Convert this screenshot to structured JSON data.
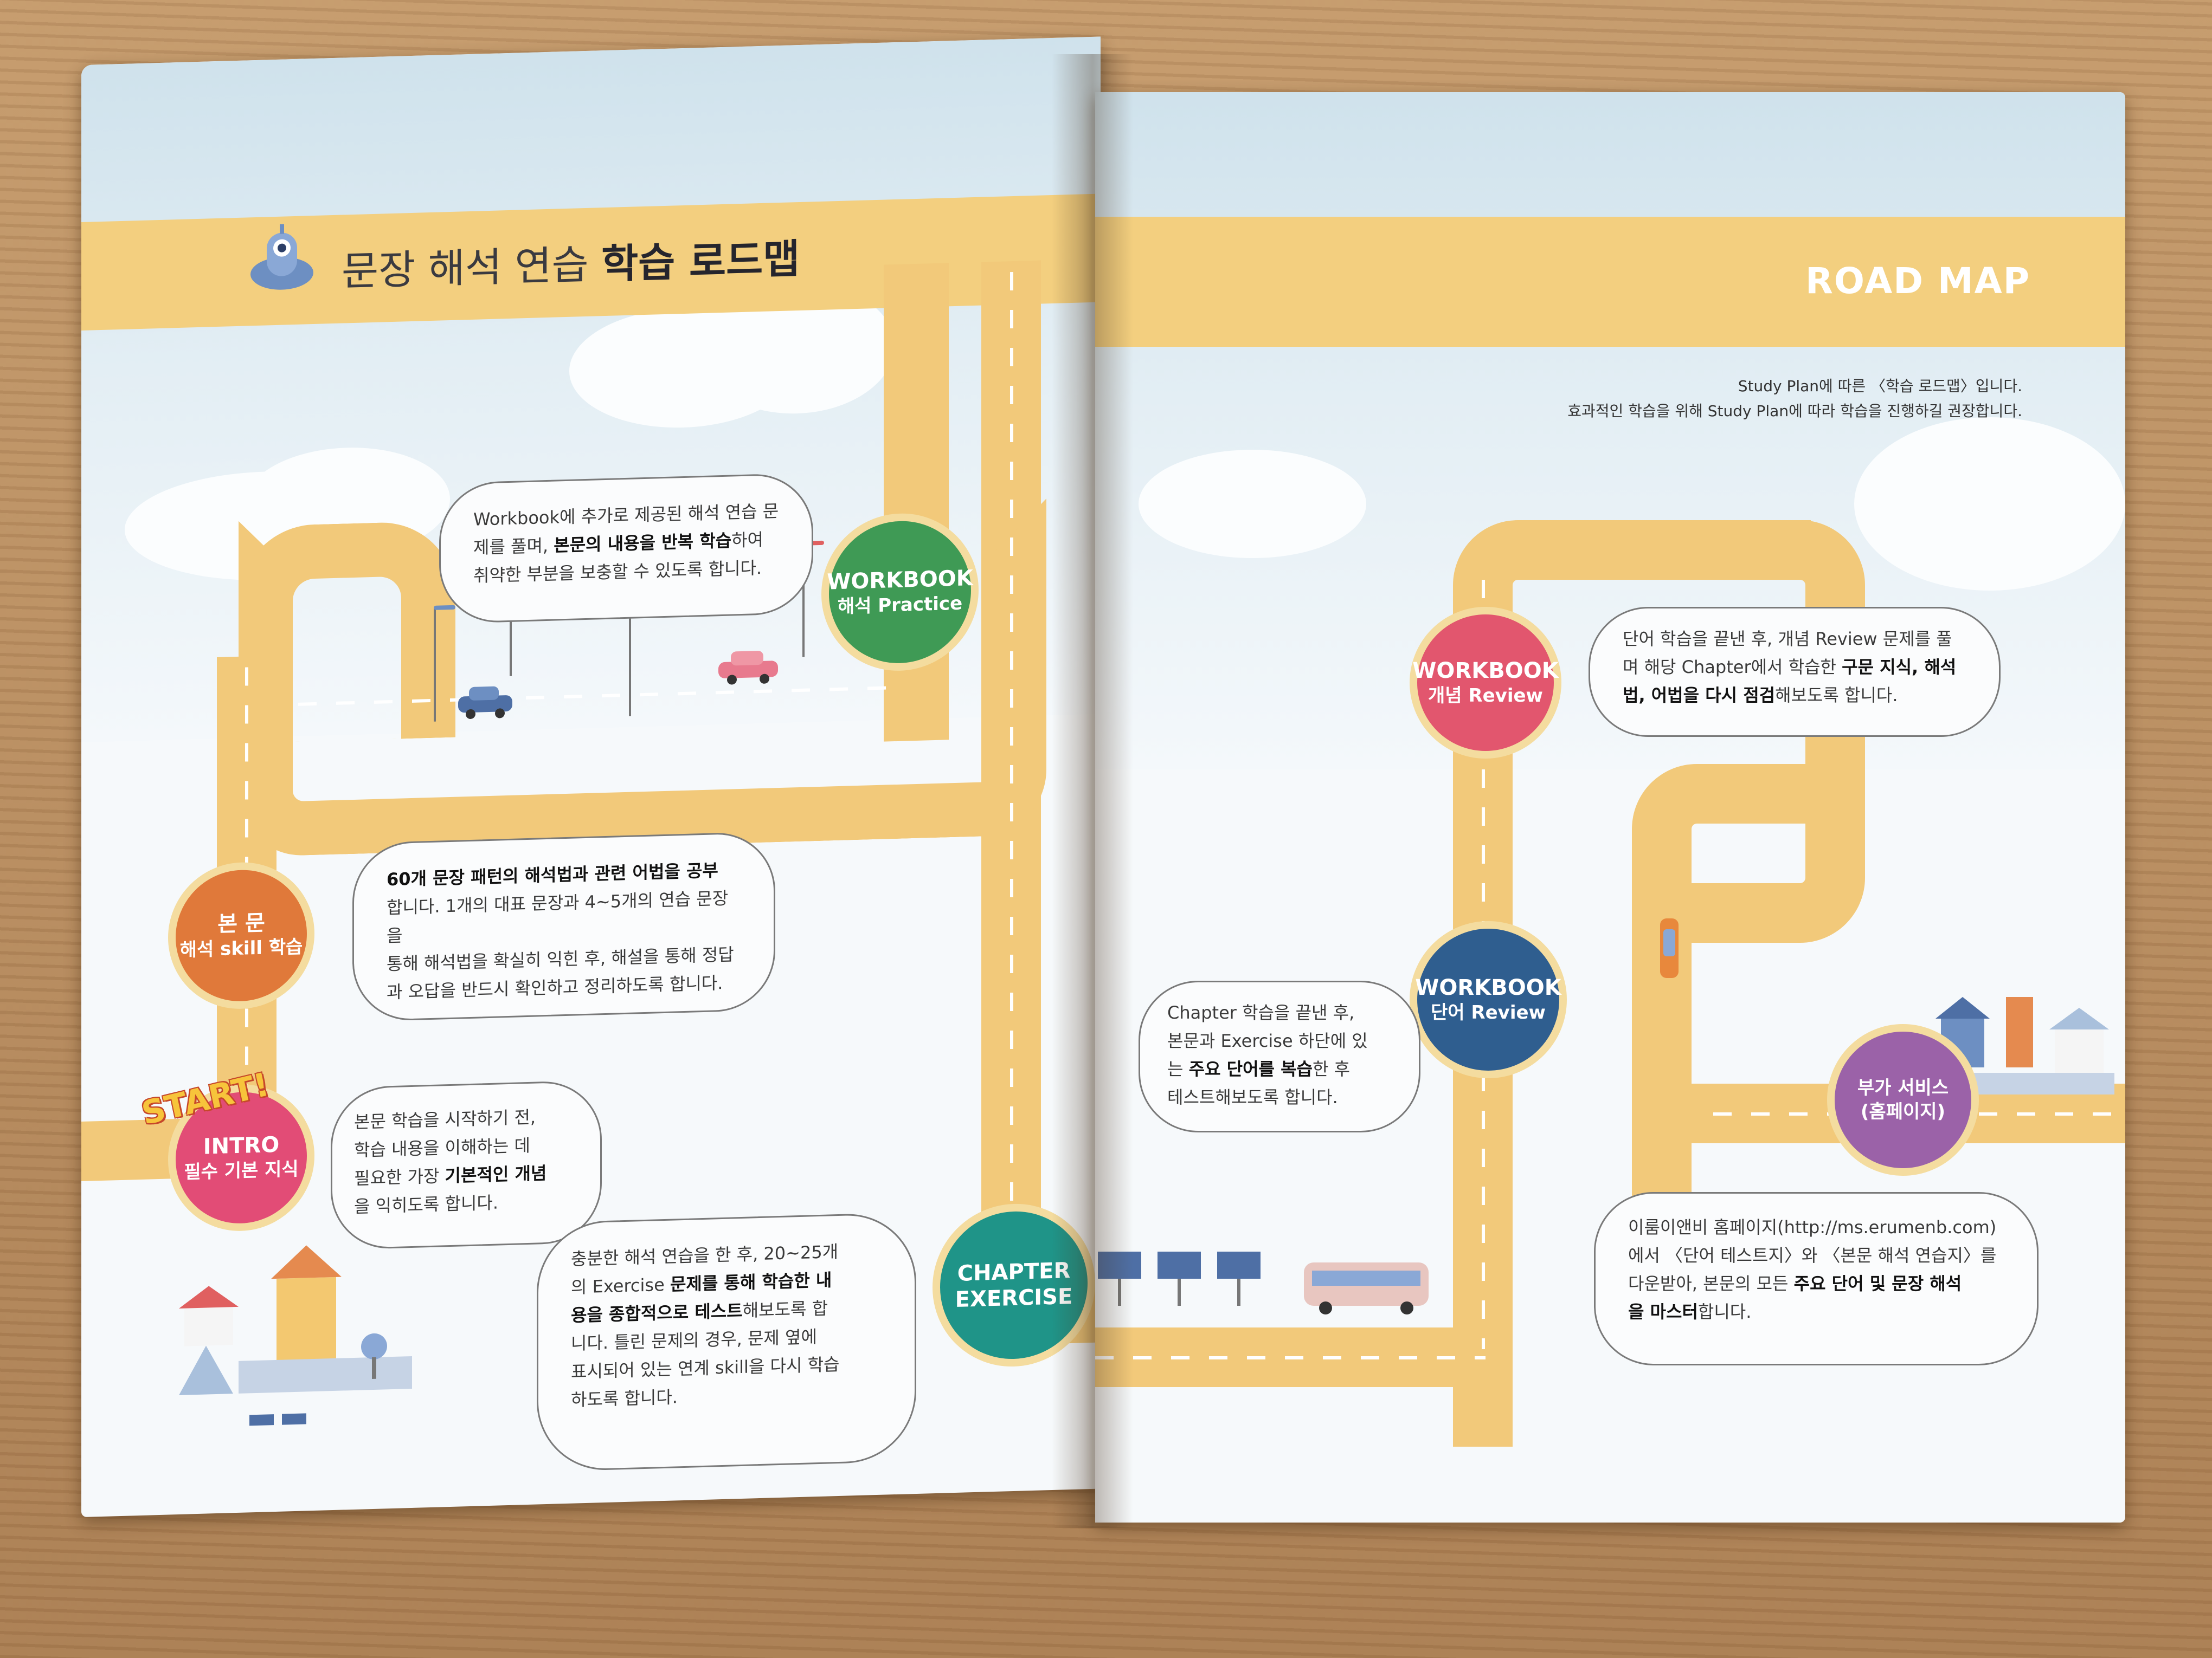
{
  "left_page": {
    "title_regular": "문장 해석 연습",
    "title_bold": "학습 로드맵",
    "nodes": {
      "workbook_practice": {
        "line1": "WORKBOOK",
        "line2": "해석 Practice",
        "color": "#3f9a55"
      },
      "main_skill": {
        "line1": "본 문",
        "line2": "해석 skill 학습",
        "color": "#e0793a"
      },
      "intro": {
        "line1": "INTRO",
        "line2": "필수 기본 지식",
        "color": "#e24c76"
      },
      "chapter_exercise": {
        "line1": "CHAPTER",
        "line2": "EXERCISE",
        "color": "#1f9488"
      }
    },
    "start_label": "START!",
    "bubbles": {
      "workbook_practice": {
        "l1": "Workbook에 추가로 제공된 해석 연습 문",
        "l2_pre": "제를 풀며, ",
        "l2_bold": "본문의 내용을 반복 학습",
        "l2_post": "하여",
        "l3": "취약한 부분을 보충할 수 있도록 합니다."
      },
      "main_skill": {
        "l1_bold": "60개 문장 패턴의 해석법과 관련 어법을 공부",
        "l2": "합니다. 1개의 대표 문장과 4~5개의 연습 문장을",
        "l3": "통해 해석법을 확실히 익힌 후, 해설을 통해 정답",
        "l4": "과 오답을 반드시 확인하고 정리하도록 합니다."
      },
      "intro": {
        "l1": "본문 학습을 시작하기 전,",
        "l2": "학습 내용을 이해하는 데",
        "l3_pre": "필요한 가장 ",
        "l3_bold": "기본적인 개념",
        "l4": "을 익히도록 합니다."
      },
      "chapter_exercise": {
        "l1": "충분한 해석 연습을 한 후, 20~25개",
        "l2_pre": "의 Exercise ",
        "l2_bold": "문제를 통해 학습한 내",
        "l3_bold": "용을 종합적으로 테스트",
        "l3_post": "해보도록 합",
        "l4": "니다. 틀린 문제의 경우, 문제 옆에",
        "l5": "표시되어 있는 연계 skill을 다시 학습",
        "l6": "하도록 합니다."
      }
    }
  },
  "right_page": {
    "header": "ROAD MAP",
    "intro_line1": "Study Plan에 따른 〈학습 로드맵〉입니다.",
    "intro_line2": "효과적인 학습을 위해 Study Plan에 따라 학습을 진행하길 권장합니다.",
    "nodes": {
      "workbook_concept": {
        "line1": "WORKBOOK",
        "line2": "개념 Review",
        "color": "#e2566e"
      },
      "workbook_vocab": {
        "line1": "WORKBOOK",
        "line2": "단어 Review",
        "color": "#2f5e8f"
      },
      "extra_service": {
        "line1": "부가 서비스",
        "line2": "(홈페이지)",
        "color": "#9b62a8"
      }
    },
    "bubbles": {
      "workbook_concept": {
        "l1": "단어 학습을 끝낸 후, 개념 Review 문제를 풀",
        "l2_pre": "며 해당 Chapter에서 학습한 ",
        "l2_bold": "구문 지식, 해석",
        "l3_bold": "법, 어법을 다시 점검",
        "l3_post": "해보도록 합니다."
      },
      "workbook_vocab": {
        "l1": "Chapter 학습을 끝낸 후,",
        "l2": "본문과 Exercise 하단에 있",
        "l3_pre": "는 ",
        "l3_bold": "주요 단어를 복습",
        "l3_post": "한 후",
        "l4": "테스트해보도록 합니다."
      },
      "extra_service": {
        "l1": "이룸이앤비 홈페이지(http://ms.erumenb.com)",
        "l2": "에서 〈단어 테스트지〉와 〈본문 해석 연습지〉를",
        "l3_pre": "다운받아, 본문의 모든 ",
        "l3_bold": "주요 단어 및 문장 해석",
        "l4_bold": "을 마스터",
        "l4_post": "합니다."
      }
    }
  }
}
